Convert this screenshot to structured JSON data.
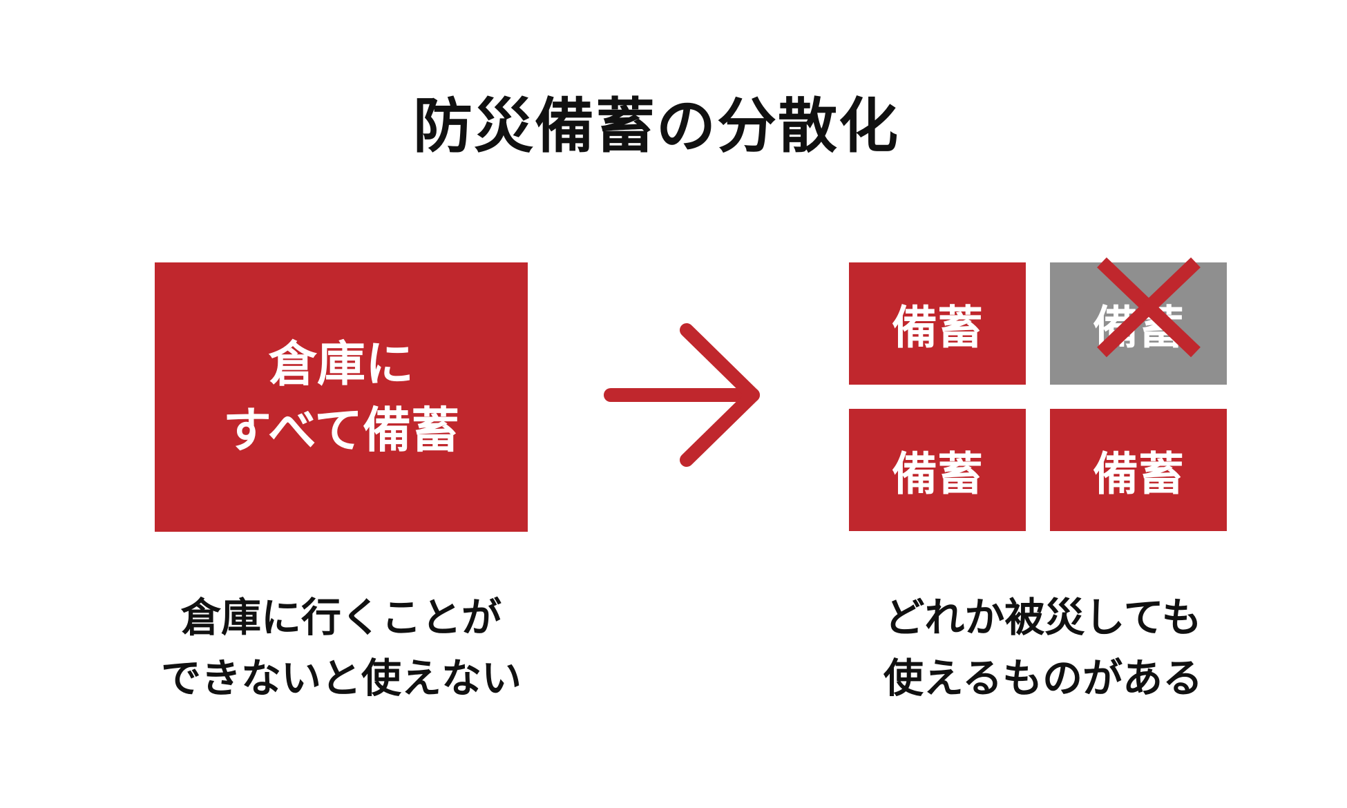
{
  "title": "防災備蓄の分散化",
  "left": {
    "box_line1": "倉庫に",
    "box_line2": "すべて備蓄",
    "caption_line1": "倉庫に行くことが",
    "caption_line2": "できないと使えない"
  },
  "right": {
    "cells": [
      {
        "label": "備蓄",
        "status": "available"
      },
      {
        "label": "備蓄",
        "status": "damaged"
      },
      {
        "label": "備蓄",
        "status": "available"
      },
      {
        "label": "備蓄",
        "status": "available"
      }
    ],
    "caption_line1": "どれか被災しても",
    "caption_line2": "使えるものがある"
  },
  "colors": {
    "accent": "#c0272d",
    "damaged": "#8f8f8f",
    "text": "#111111",
    "background": "#ffffff"
  },
  "icons": {
    "arrow": "arrow-right-icon",
    "cross": "cross-icon"
  }
}
